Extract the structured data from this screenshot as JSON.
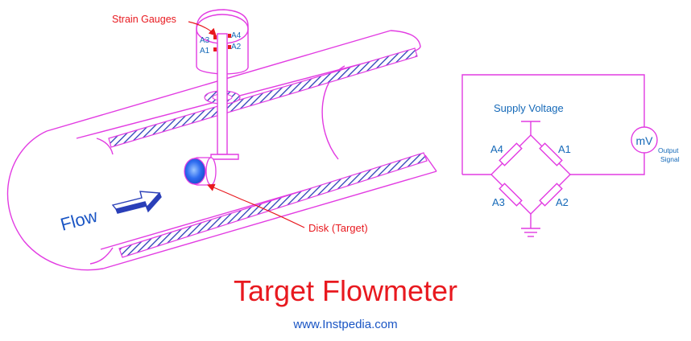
{
  "colors": {
    "line": "#e23be2",
    "red": "#e8191f",
    "blue": "#1a55c4",
    "hatch": "#2a3fb8",
    "disk": "#2f6df0",
    "label": "#1569b8"
  },
  "labels": {
    "strain_gauges": "Strain Gauges",
    "gauge_a1": "A1",
    "gauge_a2": "A2",
    "gauge_a3": "A3",
    "gauge_a4": "A4",
    "flow": "Flow",
    "disk_target": "Disk (Target)"
  },
  "bridge": {
    "supply_voltage": "Supply Voltage",
    "a1": "A1",
    "a2": "A2",
    "a3": "A3",
    "a4": "A4",
    "meter": "mV",
    "output_line1": "Output",
    "output_line2": "Signal"
  },
  "title": "Target Flowmeter",
  "website": "www.Instpedia.com",
  "icons": [
    "flow-arrow-icon",
    "ground-icon",
    "millivolt-meter-icon",
    "resistor-icon"
  ]
}
